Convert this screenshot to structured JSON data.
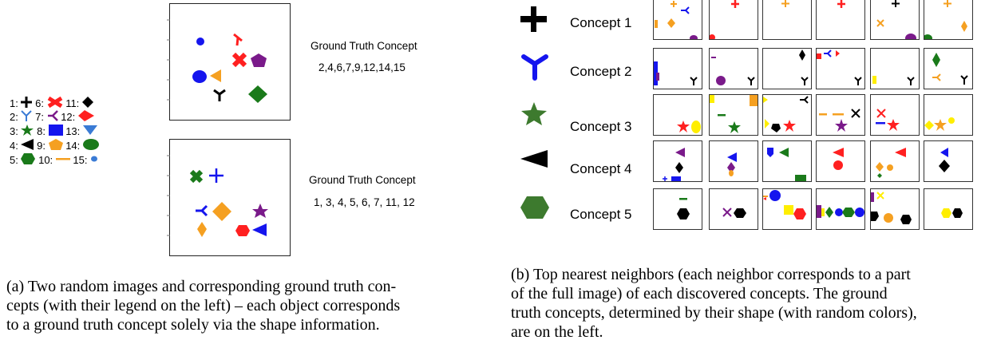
{
  "left": {
    "legend": [
      "1:",
      "6:",
      "11:",
      "2:",
      "7:",
      "12:",
      "3:",
      "8:",
      "13:",
      "4:",
      "9:",
      "14:",
      "5:",
      "10:",
      "15:"
    ],
    "image1": {
      "heading": "Ground Truth Concept",
      "concepts": "2,4,6,7,9,12,14,15"
    },
    "image2": {
      "heading": "Ground Truth Concept",
      "concepts": "1, 3, 4, 5, 6, 7, 11, 12"
    },
    "caption": [
      "(a) Two random images and corresponding ground truth con-",
      "cepts (with their legend on the left) – each object corresponds",
      "to a ground truth concept solely via the shape information."
    ]
  },
  "right": {
    "concepts": [
      "Concept 1",
      "Concept 2",
      "Concept 3",
      "Concept 4",
      "Concept 5"
    ],
    "caption": [
      "(b) Top nearest neighbors (each neighbor corresponds to a part",
      "of the full image) of each discovered concepts.  The ground",
      "truth concepts, determined by their shape (with random colors),",
      "are on the left."
    ]
  },
  "colors": {
    "black": "#000000",
    "blue": "#1515ee",
    "red": "#ff2020",
    "green": "#1a7a1a",
    "orange": "#f5a021",
    "purple": "#7a1a8a",
    "yellow": "#ffee00"
  }
}
